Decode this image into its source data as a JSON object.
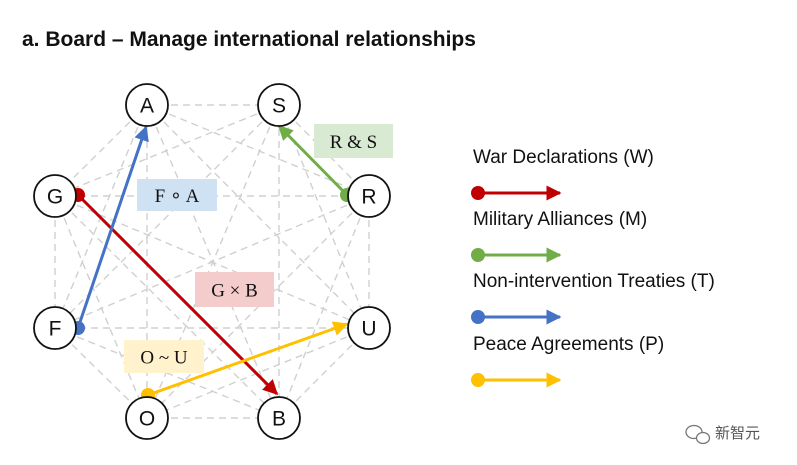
{
  "title": "a. Board – Manage international relationships",
  "nodes": [
    {
      "id": "A",
      "label": "A"
    },
    {
      "id": "S",
      "label": "S"
    },
    {
      "id": "G",
      "label": "G"
    },
    {
      "id": "R",
      "label": "R"
    },
    {
      "id": "F",
      "label": "F"
    },
    {
      "id": "U",
      "label": "U"
    },
    {
      "id": "O",
      "label": "O"
    },
    {
      "id": "B",
      "label": "B"
    }
  ],
  "relations": [
    {
      "id": "war",
      "from": "G",
      "to": "B",
      "label": "G × B",
      "type": "W"
    },
    {
      "id": "alliance",
      "from": "R",
      "to": "S",
      "label": "R & S",
      "type": "M"
    },
    {
      "id": "treaty",
      "from": "F",
      "to": "A",
      "label": "F ∘ A",
      "type": "T"
    },
    {
      "id": "peace",
      "from": "O",
      "to": "U",
      "label": "O ~ U",
      "type": "P"
    }
  ],
  "legend": [
    {
      "type": "W",
      "label": "War Declarations (W)",
      "color": "#c00000"
    },
    {
      "type": "M",
      "label": "Military Alliances (M)",
      "color": "#70ad47"
    },
    {
      "type": "T",
      "label": "Non-intervention Treaties (T)",
      "color": "#4472c4"
    },
    {
      "type": "P",
      "label": "Peace Agreements (P)",
      "color": "#ffc000"
    }
  ],
  "label_backgrounds": {
    "W": "#f4cccc",
    "M": "#d9ead3",
    "T": "#cfe2f3",
    "P": "#fff2cc"
  },
  "grid_color": "#d0d0d0",
  "watermark": {
    "text": "新智元",
    "icon": "wechat-icon"
  }
}
